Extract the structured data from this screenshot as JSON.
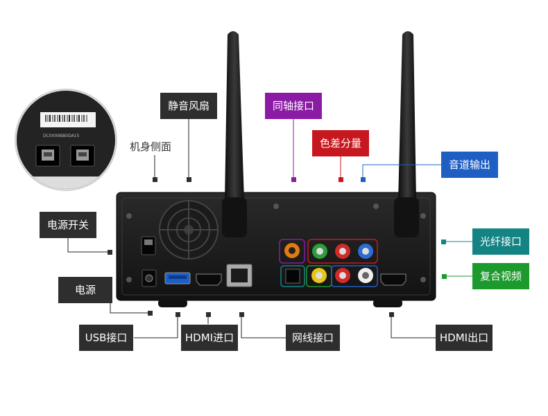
{
  "labels": {
    "side_view": "机身侧面",
    "silent_fan": "静音风扇",
    "coaxial": "同轴接口",
    "component": "色差分量",
    "audio_out": "音道输出",
    "power_switch": "电源开关",
    "optical": "光纤接口",
    "composite": "复合视频",
    "power": "电源",
    "usb": "USB接口",
    "hdmi_in": "HDMI进口",
    "ethernet": "网线接口",
    "hdmi_out": "HDMI出口"
  },
  "device": {
    "barcode_text": "DC0009BB0DA15"
  },
  "colors": {
    "dark": "#2e2e2e",
    "purple": "#8b1aa5",
    "red": "#c8181f",
    "blue": "#1f5fc4",
    "teal": "#138383",
    "green": "#1c9a2d"
  }
}
